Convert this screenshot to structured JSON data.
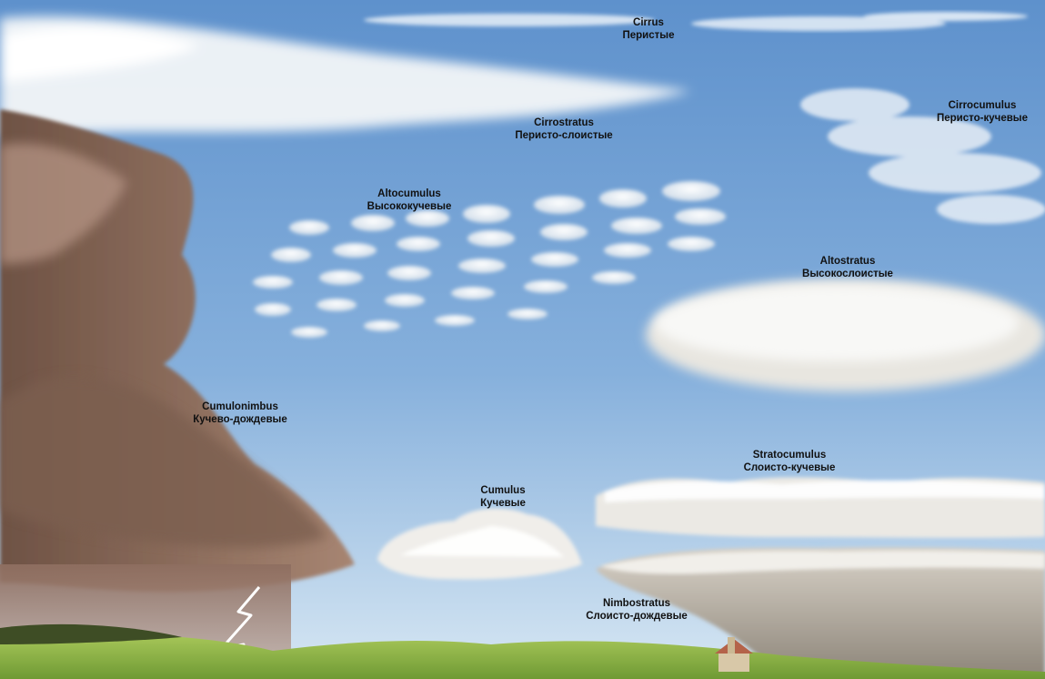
{
  "clouds": [
    {
      "id": "cirrus",
      "latin": "Cirrus",
      "russian": "Перистые"
    },
    {
      "id": "cirrocumulus",
      "latin": "Cirrocumulus",
      "russian": "Перисто-кучевые"
    },
    {
      "id": "cirrostratus",
      "latin": "Cirrostratus",
      "russian": "Перисто-слоистые"
    },
    {
      "id": "altocumulus",
      "latin": "Altocumulus",
      "russian": "Высококучевые"
    },
    {
      "id": "altostratus",
      "latin": "Altostratus",
      "russian": "Высокослоистые"
    },
    {
      "id": "cumulonimbus",
      "latin": "Cumulonimbus",
      "russian": "Кучево-дождевые"
    },
    {
      "id": "stratocumulus",
      "latin": "Stratocumulus",
      "russian": "Слоисто-кучевые"
    },
    {
      "id": "cumulus",
      "latin": "Cumulus",
      "russian": "Кучевые"
    },
    {
      "id": "nimbostratus",
      "latin": "Nimbostratus",
      "russian": "Слоисто-дождевые"
    }
  ],
  "colors": {
    "sky_top": "#5b8fcb",
    "sky_bottom": "#cfe2f1",
    "storm": "#8a6a5a",
    "grass": "#8fb44a",
    "cloud": "#f4f4f2"
  }
}
